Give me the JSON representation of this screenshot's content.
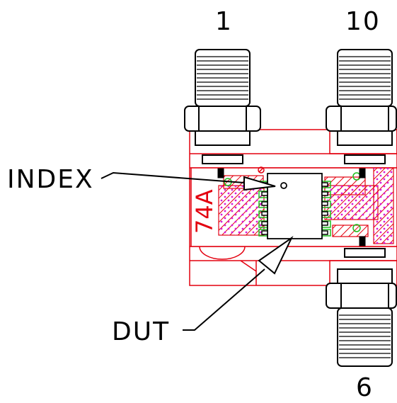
{
  "labels": {
    "port_top_left": "1",
    "port_top_right": "10",
    "port_bottom": "6",
    "index": "INDEX",
    "dut": "DUT",
    "board_marking": "74A"
  },
  "colors": {
    "outline": "#000000",
    "fixture": "#e3000f",
    "pads": "#1dbf1d",
    "hatch_dots": "#d81bd8"
  }
}
